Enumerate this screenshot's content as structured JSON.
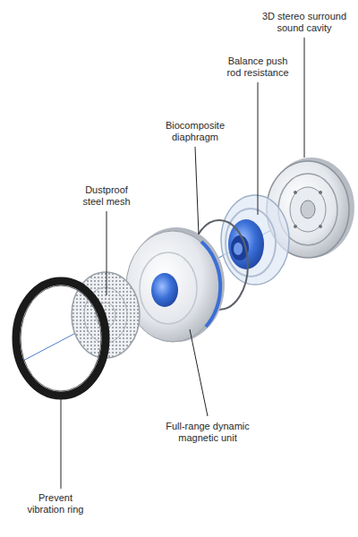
{
  "diagram": {
    "labels": [
      "3D stereo surround sound cavity",
      "Balance push rod resistance",
      "Biocomposite diaphragm",
      "Dustproof steel mesh",
      "Full-range dynamic magnetic unit",
      "Prevent vibration ring"
    ]
  }
}
